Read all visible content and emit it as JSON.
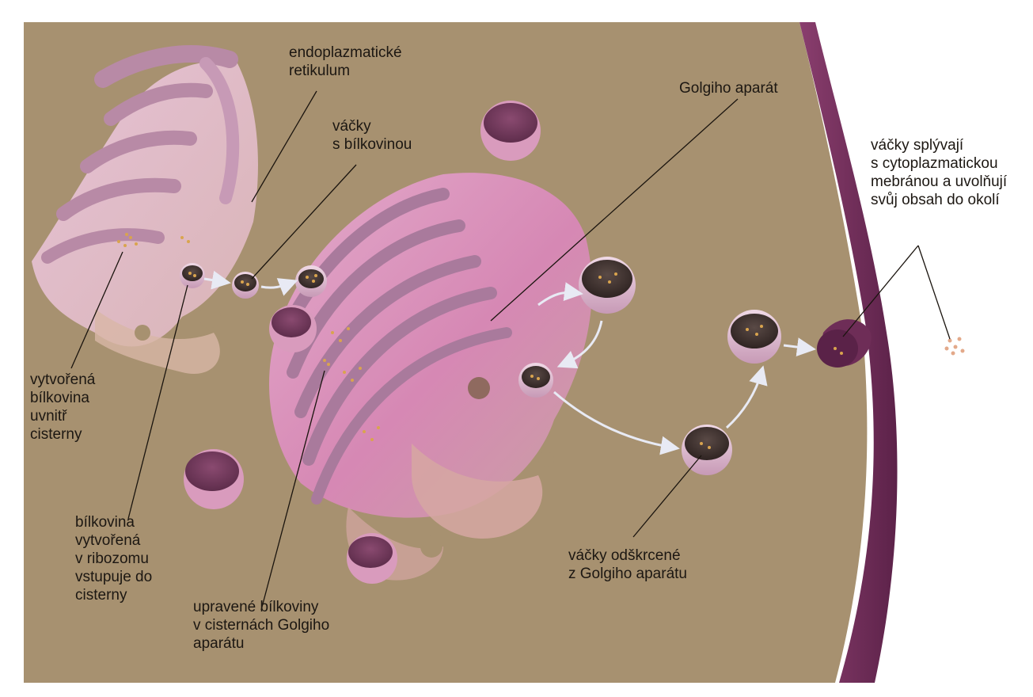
{
  "colors": {
    "background": "#a79170",
    "page": "#ffffff",
    "organelle_pink": "#d99bbd",
    "organelle_light": "#efd3e2",
    "organelle_deep": "#c76ea0",
    "cisterna_rim": "#a97a9c",
    "membrane": "#6e2d57",
    "protein_dots": "#d9a44e",
    "arrow": "#e8eaf4",
    "leader_line": "#1a140e"
  },
  "labels": {
    "endoplasmic_reticulum": [
      "endoplazmatické",
      "retikulum"
    ],
    "vesicles_with_protein": [
      "váčky",
      "s bílkovinou"
    ],
    "golgi_apparatus": [
      "Golgiho aparát"
    ],
    "vesicles_fuse": [
      "váčky splývají",
      "s cytoplazmatickou",
      "mebránou a uvolňují",
      "svůj obsah do okolí"
    ],
    "protein_inside_cisterna": [
      "vytvořená",
      "bílkovina",
      "uvnitř",
      "cisterny"
    ],
    "protein_from_ribosome": [
      "bílkovina",
      "vytvořená",
      "v ribozomu",
      "vstupuje do",
      "cisterny"
    ],
    "modified_proteins": [
      "upravené bílkoviny",
      "v cisternách Golgiho",
      "aparátu"
    ],
    "budded_vesicles": [
      "váčky odškrcené",
      "z Golgiho aparátu"
    ]
  }
}
